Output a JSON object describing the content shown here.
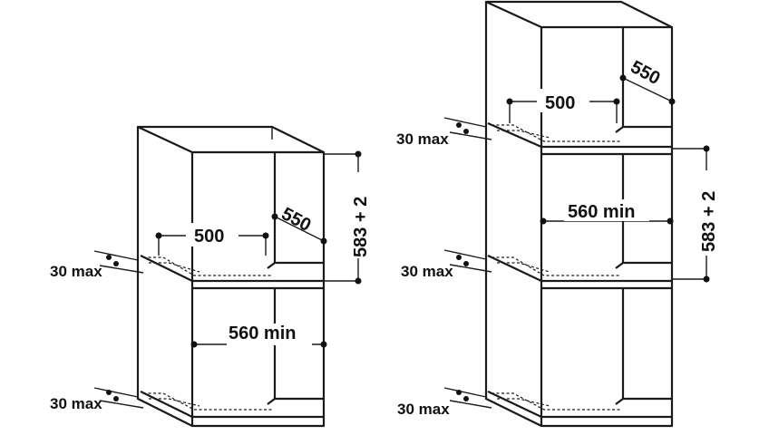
{
  "left_cabinet": {
    "width_label": "500",
    "depth_label": "550",
    "height_label": "583 + 2",
    "min_width_label": "560 min",
    "gap_upper_label": "30 max",
    "gap_lower_label": "30 max"
  },
  "right_cabinet": {
    "width_label": "500",
    "depth_label": "550",
    "height_label": "583 + 2",
    "min_width_label": "560 min",
    "gap_top_label": "30 max",
    "gap_middle_label": "30 max",
    "gap_bottom_label": "30 max"
  },
  "colors": {
    "line": "#1a1a1a",
    "background": "#ffffff"
  }
}
